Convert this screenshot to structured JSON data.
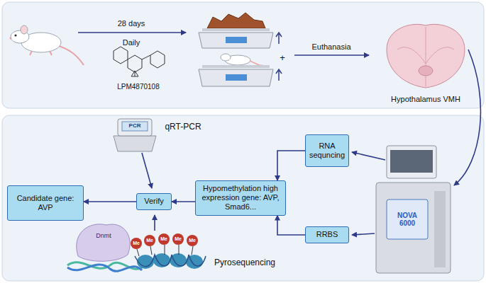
{
  "diagram": {
    "nodes": [
      {
        "text": [
          "Candidate gene: AVP"
        ]
      },
      {
        "text": [
          "Verify"
        ]
      },
      {
        "text": [
          "Hypomethylation high expression gene: AVP, Smad6..."
        ]
      },
      {
        "text": [
          "RNA sequncing"
        ]
      },
      {
        "text": [
          "RRBS"
        ]
      }
    ],
    "edges": [
      {
        "from": 1,
        "to": 0,
        "arrow": "to"
      },
      {
        "from": 2,
        "to": 1,
        "arrow": "to"
      },
      {
        "from": 3,
        "to": 2,
        "arrow": "to"
      },
      {
        "from": 4,
        "to": 2,
        "arrow": "to"
      }
    ],
    "labels": [
      "28 days",
      "Daily",
      "LPM4870108",
      "+",
      "Euthanasia",
      "Hypothalamus VMH",
      "qRT-PCR",
      "PCR",
      "NOVA 6000",
      "Dnmt",
      "Me",
      "Me",
      "Me",
      "Me",
      "Me",
      "Pyrosequencing"
    ]
  }
}
